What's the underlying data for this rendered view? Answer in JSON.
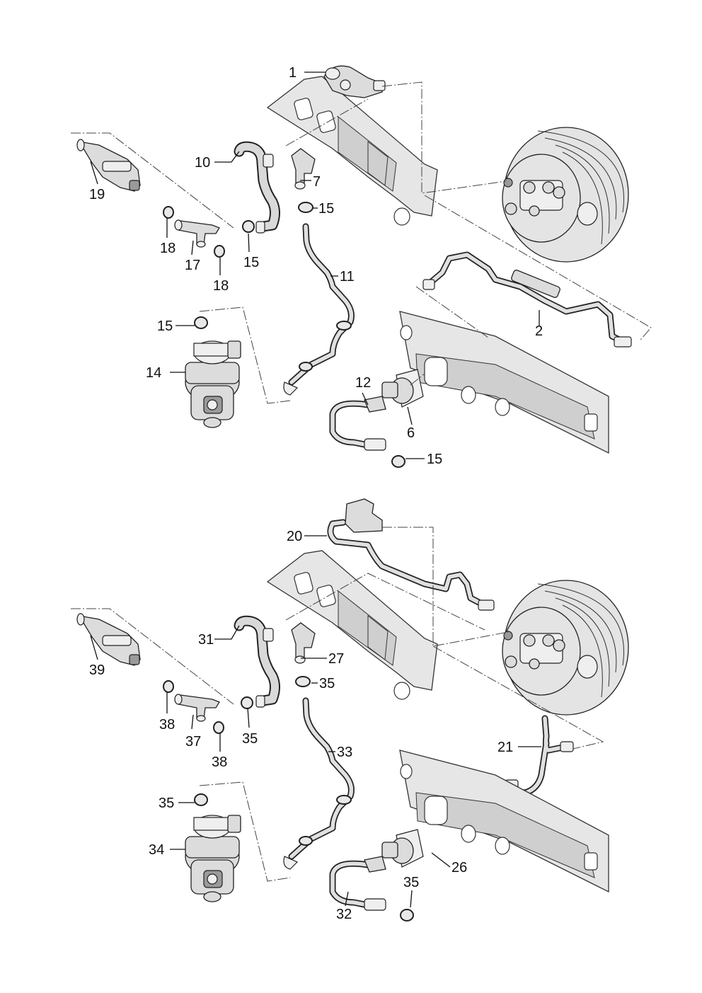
{
  "callouts": {
    "top": [
      "1",
      "2",
      "6",
      "7",
      "10",
      "11",
      "12",
      "14",
      "15",
      "15",
      "15",
      "15",
      "17",
      "18",
      "18",
      "19"
    ],
    "bottom": [
      "20",
      "21",
      "26",
      "27",
      "31",
      "32",
      "33",
      "34",
      "35",
      "35",
      "35",
      "35",
      "37",
      "38",
      "38",
      "39"
    ]
  }
}
